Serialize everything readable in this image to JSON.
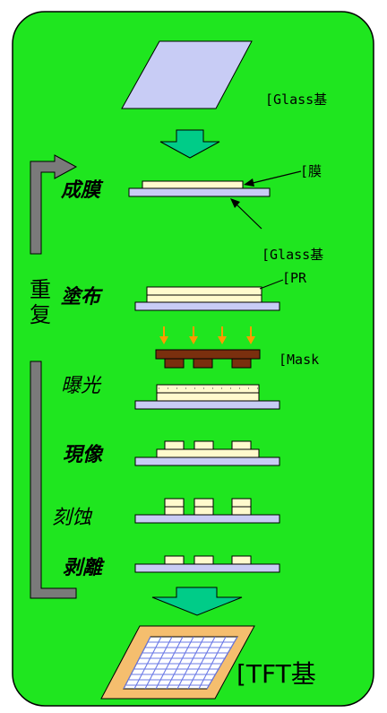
{
  "colors": {
    "panel": "#1fe61f",
    "glass": "#c8ccf5",
    "film": "#fffacd",
    "mask_body": "#7a2f0e",
    "light_arrow": "#ff9a00",
    "process_arrow": "#00cc88",
    "loop_arrow": "#7a7a7a",
    "tft_frame": "#f5be6e",
    "tft_grid": "#6a78e6"
  },
  "labels": {
    "glass_top": "[Glass基",
    "film": "[膜",
    "glass_mid": "[Glass基",
    "pr": "[PR",
    "mask": "[Mask",
    "tft": "[TFT基"
  },
  "steps": {
    "film_deposition": "成膜",
    "coating": "塗布",
    "exposure": "曝光",
    "development": "現像",
    "etching": "刻蚀",
    "stripping": "剥離"
  },
  "repeat": {
    "line1": "重",
    "line2": "复"
  }
}
